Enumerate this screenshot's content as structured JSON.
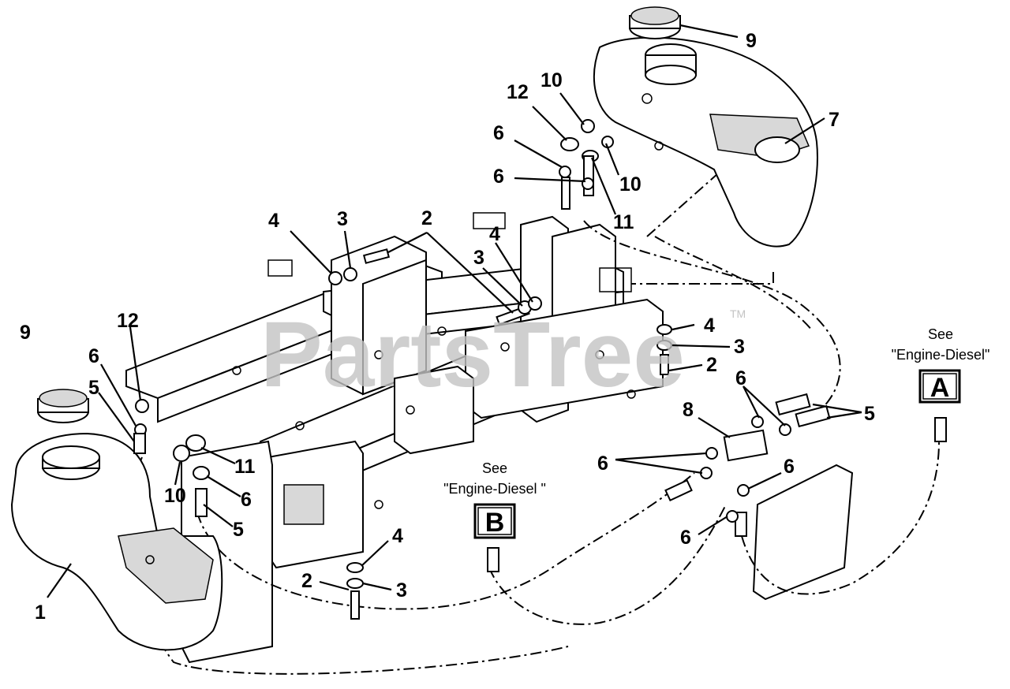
{
  "watermark": {
    "text": "PartsTree",
    "trademark": "TM"
  },
  "callouts": [
    {
      "id": "c-9-top",
      "label": "9"
    },
    {
      "id": "c-7",
      "label": "7"
    },
    {
      "id": "c-10-top",
      "label": "10"
    },
    {
      "id": "c-12-top",
      "label": "12"
    },
    {
      "id": "c-6-top-a",
      "label": "6"
    },
    {
      "id": "c-6-top-b",
      "label": "6"
    },
    {
      "id": "c-10-mid",
      "label": "10"
    },
    {
      "id": "c-11-top",
      "label": "11"
    },
    {
      "id": "c-4-a",
      "label": "4"
    },
    {
      "id": "c-3-a",
      "label": "3"
    },
    {
      "id": "c-2-a",
      "label": "2"
    },
    {
      "id": "c-4-b",
      "label": "4"
    },
    {
      "id": "c-3-b",
      "label": "3"
    },
    {
      "id": "c-4-c",
      "label": "4"
    },
    {
      "id": "c-3-c",
      "label": "3"
    },
    {
      "id": "c-2-c",
      "label": "2"
    },
    {
      "id": "c-6-r1",
      "label": "6"
    },
    {
      "id": "c-8",
      "label": "8"
    },
    {
      "id": "c-5-r",
      "label": "5"
    },
    {
      "id": "c-6-r2",
      "label": "6"
    },
    {
      "id": "c-6-r3",
      "label": "6"
    },
    {
      "id": "c-6-r4",
      "label": "6"
    },
    {
      "id": "c-9-left",
      "label": "9"
    },
    {
      "id": "c-12-left",
      "label": "12"
    },
    {
      "id": "c-6-left",
      "label": "6"
    },
    {
      "id": "c-5-left",
      "label": "5"
    },
    {
      "id": "c-11-left",
      "label": "11"
    },
    {
      "id": "c-10-left",
      "label": "10"
    },
    {
      "id": "c-6-left-b",
      "label": "6"
    },
    {
      "id": "c-5-left-b",
      "label": "5"
    },
    {
      "id": "c-1",
      "label": "1"
    },
    {
      "id": "c-4-d",
      "label": "4"
    },
    {
      "id": "c-2-d",
      "label": "2"
    },
    {
      "id": "c-3-d",
      "label": "3"
    }
  ],
  "references": [
    {
      "id": "ref-a",
      "see": "See",
      "target": "\"Engine-Diesel\"",
      "letter": "A"
    },
    {
      "id": "ref-b",
      "see": "See",
      "target": "\"Engine-Diesel \"",
      "letter": "B"
    }
  ]
}
